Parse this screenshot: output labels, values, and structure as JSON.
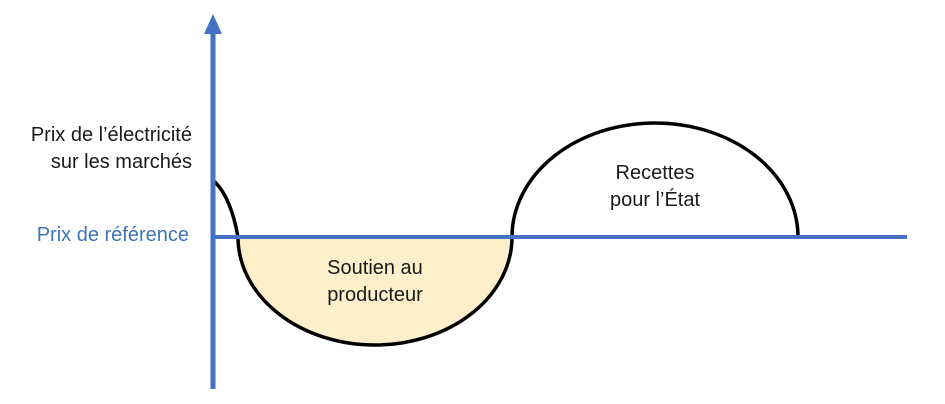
{
  "labels": {
    "y_axis_line1": "Prix de l’électricité",
    "y_axis_line2": "sur les marchés",
    "reference": "Prix de référence",
    "support_line1": "Soutien au",
    "support_line2": "producteur",
    "revenue_line1": "Recettes",
    "revenue_line2": "pour l’État"
  },
  "colors": {
    "axis": "#4472c4",
    "curve": "#000000",
    "support_fill": "#fcefc9",
    "reference_text": "#3f74b8",
    "text": "#1a1a1a"
  }
}
